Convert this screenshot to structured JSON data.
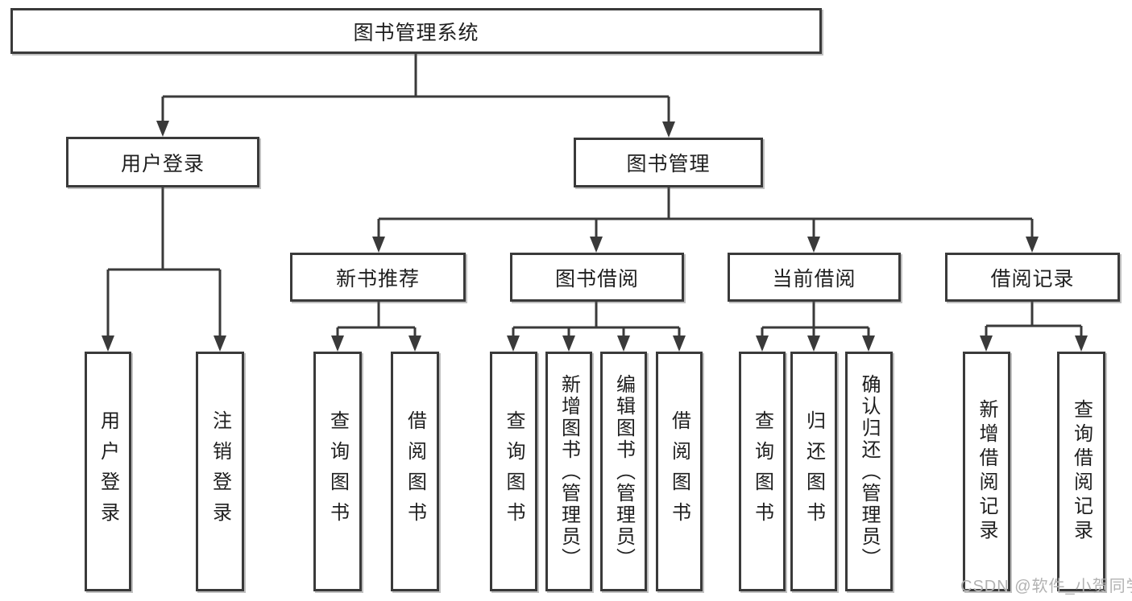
{
  "diagram": {
    "title": "图书管理系统",
    "colors": {
      "line": "#3a3a3a",
      "text": "#1f1f1f",
      "background": "#ffffff",
      "watermark": "#b2b2b2"
    },
    "root": {
      "label": "图书管理系统"
    },
    "level2": {
      "user_login": {
        "label": "用户登录"
      },
      "book_mgmt": {
        "label": "图书管理"
      }
    },
    "level3": {
      "new_books": {
        "label": "新书推荐"
      },
      "book_borrow": {
        "label": "图书借阅"
      },
      "current_borrow": {
        "label": "当前借阅"
      },
      "borrow_records": {
        "label": "借阅记录"
      }
    },
    "leaves": {
      "login": {
        "label": "用户登录",
        "parent": "用户登录"
      },
      "logout": {
        "label": "注销登录",
        "parent": "用户登录"
      },
      "nb_query": {
        "label": "查询图书",
        "parent": "新书推荐"
      },
      "nb_borrow": {
        "label": "借阅图书",
        "parent": "新书推荐"
      },
      "bb_query": {
        "label": "查询图书",
        "parent": "图书借阅"
      },
      "bb_add": {
        "label": "新增图书（管理员）",
        "parent": "图书借阅"
      },
      "bb_edit": {
        "label": "编辑图书（管理员）",
        "parent": "图书借阅"
      },
      "bb_borrow": {
        "label": "借阅图书",
        "parent": "图书借阅"
      },
      "cb_query": {
        "label": "查询图书",
        "parent": "当前借阅"
      },
      "cb_return": {
        "label": "归还图书",
        "parent": "当前借阅"
      },
      "cb_confirm": {
        "label": "确认归还（管理员）",
        "parent": "当前借阅"
      },
      "br_add": {
        "label": "新增借阅记录",
        "parent": "借阅记录"
      },
      "br_query": {
        "label": "查询借阅记录",
        "parent": "借阅记录"
      }
    },
    "watermark": {
      "text": "CSDN @软件_小贺同学"
    }
  }
}
